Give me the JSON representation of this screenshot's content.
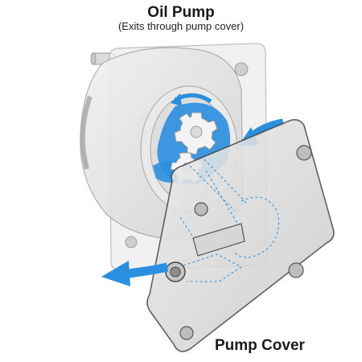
{
  "diagram": {
    "title": "Oil Pump",
    "subtitle": "(Exits through pump cover)",
    "cover_label": "Pump Cover"
  },
  "colors": {
    "flow_blue": "#2b8fe0",
    "housing_gray": "#e6e6e6",
    "outline_gray": "#8a8a8a",
    "cover_gray": "#d8d8d8",
    "gear_white": "#f4f4f4",
    "label_dark": "#1a1a1a"
  },
  "icons": {
    "flow": "arrow-icon",
    "gear": "gear-icon"
  }
}
